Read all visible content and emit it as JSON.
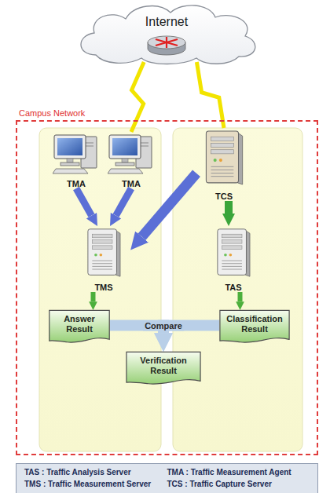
{
  "diagram": {
    "nodes": [
      {
        "text": [
          "Internet"
        ]
      },
      {
        "text": [
          "Campus Network"
        ]
      },
      {
        "text": [
          "TMA"
        ],
        "in": 1
      },
      {
        "text": [
          "TMA"
        ],
        "in": 1
      },
      {
        "text": [
          "TCS"
        ],
        "in": 1
      },
      {
        "text": [
          "TMS"
        ],
        "in": 1
      },
      {
        "text": [
          "TAS"
        ],
        "in": 1
      },
      {
        "text": [
          "Answer Result"
        ],
        "in": 1
      },
      {
        "text": [
          "Classification Result"
        ],
        "in": 1
      },
      {
        "text": [
          "Verification Result"
        ],
        "in": 1
      },
      {
        "text": [
          "TAS : Traffic Analysis Server",
          "TMA : Traffic Measurement Agent",
          "TMS : Traffic Measurement Server",
          "TCS : Traffic Capture Server"
        ]
      }
    ],
    "edges": [
      {
        "from": 0,
        "to": 3,
        "arrow": "none"
      },
      {
        "from": 0,
        "to": 4,
        "arrow": "none"
      },
      {
        "from": 2,
        "to": 5,
        "arrow": "to"
      },
      {
        "from": 3,
        "to": 5,
        "arrow": "to"
      },
      {
        "from": 4,
        "to": 5,
        "arrow": "to"
      },
      {
        "from": 4,
        "to": 6,
        "arrow": "to"
      },
      {
        "from": 5,
        "to": 7,
        "arrow": "to"
      },
      {
        "from": 6,
        "to": 8,
        "arrow": "to"
      },
      {
        "from": 7,
        "to": 9,
        "arrow": "to",
        "label": "Compare"
      },
      {
        "from": 8,
        "to": 9,
        "arrow": "to"
      }
    ]
  }
}
